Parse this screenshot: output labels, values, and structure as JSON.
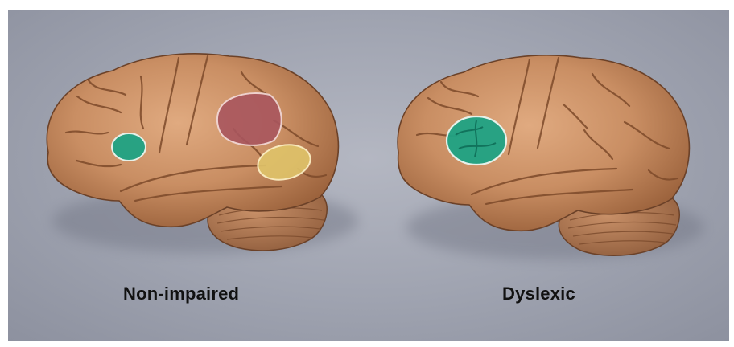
{
  "figure": {
    "captions": {
      "left": "Non-impaired",
      "right": "Dyslexic"
    },
    "colors": {
      "background": "#9fa3b0",
      "brain_skin": "#c98e63",
      "brain_shadow": "#8a5633",
      "cerebellum": "#b57a52",
      "region_teal": "#1fa384",
      "region_red": "#a9565e",
      "region_yellow": "#e0c46a"
    },
    "regions": {
      "non_impaired": [
        "teal",
        "red",
        "yellow"
      ],
      "dyslexic": [
        "teal"
      ]
    }
  }
}
